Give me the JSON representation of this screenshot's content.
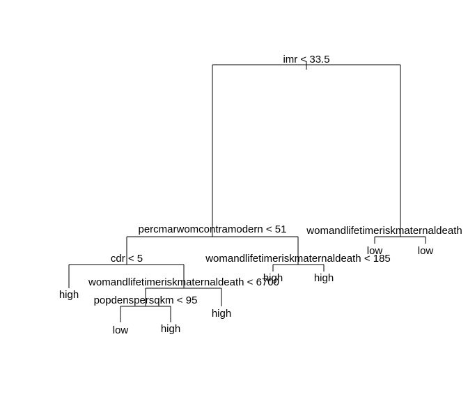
{
  "tree": {
    "splits": {
      "root": "imr < 33.5",
      "left": "percmarwomcontramodern < 51",
      "right": "womandlifetimeriskmaternaldeath",
      "left_left": "cdr < 5",
      "left_right": "womandlifetimeriskmaternaldeath < 185",
      "left_left_right": "womandlifetimeriskmaternaldeath < 6700",
      "left_left_right_left": "popdenspersqkm < 95"
    },
    "leaves": {
      "cdr_left": "high",
      "pop_left": "low",
      "pop_right": "high",
      "wl6700_right": "high",
      "wl185_left": "high",
      "wl185_right": "high",
      "right_left": "low",
      "right_right": "low"
    }
  }
}
